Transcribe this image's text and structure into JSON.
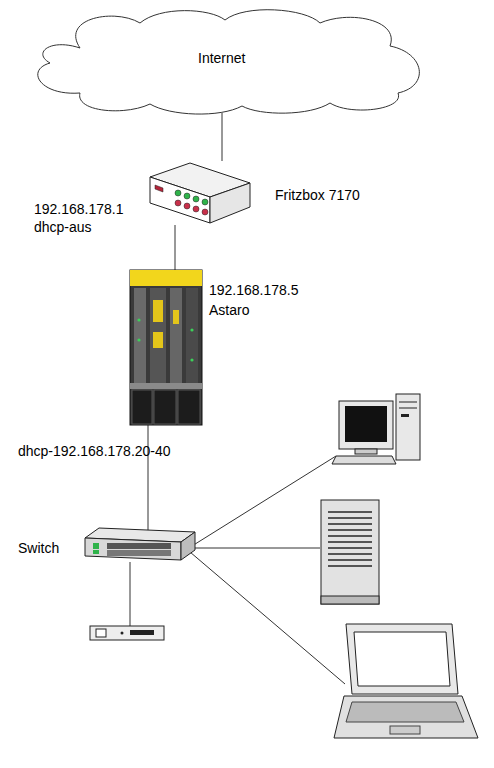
{
  "diagram": {
    "nodes": [
      {
        "text": [
          "Internet"
        ]
      },
      {
        "text": [
          "Fritzbox 7170",
          "192.168.178.1",
          "dhcp-aus"
        ]
      },
      {
        "text": [
          "192.168.178.5",
          "Astaro"
        ]
      },
      {
        "text": [
          "Switch"
        ]
      }
    ],
    "edges": [
      {
        "from": 0,
        "to": 1,
        "arrow": "none"
      },
      {
        "from": 1,
        "to": 2,
        "arrow": "none"
      },
      {
        "from": 2,
        "to": 3,
        "label": "dhcp-192.168.178.20-40",
        "arrow": "none"
      }
    ]
  }
}
